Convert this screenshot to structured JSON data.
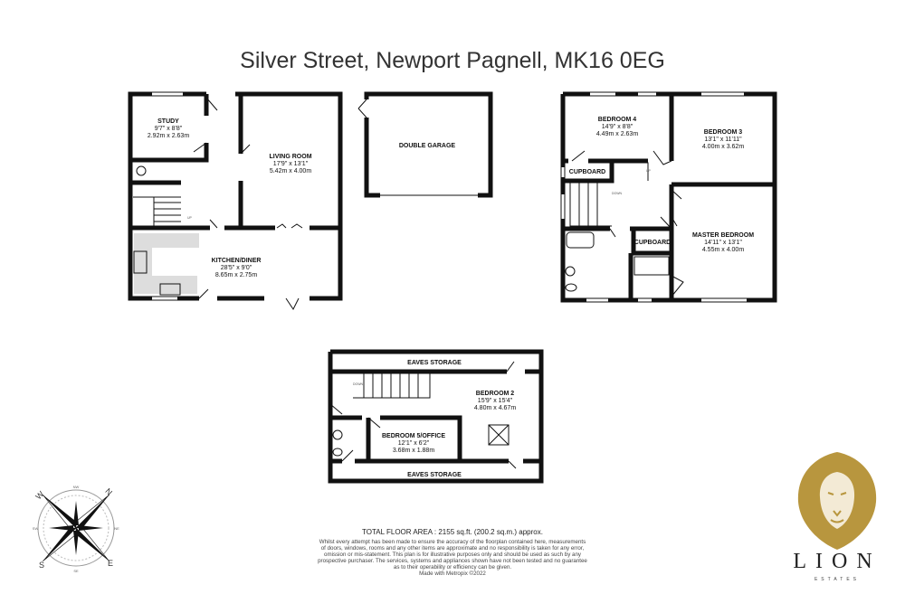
{
  "title": "Silver Street, Newport Pagnell, MK16 0EG",
  "ground_floor": {
    "study": {
      "name": "STUDY",
      "imperial": "9'7\" x 8'8\"",
      "metric": "2.92m x 2.63m"
    },
    "living_room": {
      "name": "LIVING ROOM",
      "imperial": "17'9\" x 13'1\"",
      "metric": "5.42m x 4.00m"
    },
    "kitchen": {
      "name": "KITCHEN/DINER",
      "imperial": "28'5\" x 9'0\"",
      "metric": "8.65m x 2.75m"
    },
    "stairs_label": "UP"
  },
  "garage": {
    "name": "DOUBLE GARAGE"
  },
  "first_floor": {
    "bedroom4": {
      "name": "BEDROOM 4",
      "imperial": "14'9\" x 8'8\"",
      "metric": "4.49m x 2.63m"
    },
    "bedroom3": {
      "name": "BEDROOM 3",
      "imperial": "13'1\" x 11'11\"",
      "metric": "4.00m x 3.62m"
    },
    "master": {
      "name": "MASTER BEDROOM",
      "imperial": "14'11\" x 13'1\"",
      "metric": "4.55m x 4.00m"
    },
    "cupboard1": "CUPBOARD",
    "cupboard2": "CUPBOARD",
    "up_label": "UP",
    "down_label": "DOWN"
  },
  "second_floor": {
    "eaves_top": "EAVES STORAGE",
    "eaves_bottom": "EAVES STORAGE",
    "bedroom2": {
      "name": "BEDROOM 2",
      "imperial": "15'9\" x 15'4\"",
      "metric": "4.80m x 4.67m"
    },
    "bedroom5": {
      "name": "BEDROOM 5/OFFICE",
      "imperial": "12'1\" x 6'2\"",
      "metric": "3.68m x 1.88m"
    },
    "down_label": "DOWN"
  },
  "footer": {
    "total_area": "TOTAL FLOOR AREA : 2155 sq.ft. (200.2 sq.m.) approx.",
    "disclaimer": [
      "Whilst every attempt has been made to ensure the accuracy of the floorplan contained here, measurements",
      "of doors, windows, rooms and any other items are approximate and no responsibility is taken for any error,",
      "omission or mis-statement. This plan is for illustrative purposes only and should be used as such by any",
      "prospective purchaser. The services, systems and appliances shown have not been tested and no guarantee",
      "as to their operability or efficiency can be given."
    ],
    "made_with": "Made with Metropix ©2022"
  },
  "compass": {
    "n": "N",
    "e": "E",
    "s": "S",
    "w": "W",
    "ne": "NE",
    "nw": "NW",
    "se": "SE",
    "sw": "SW"
  },
  "logo": {
    "name": "LION",
    "sub": "ESTATES",
    "color": "#b8963e"
  }
}
